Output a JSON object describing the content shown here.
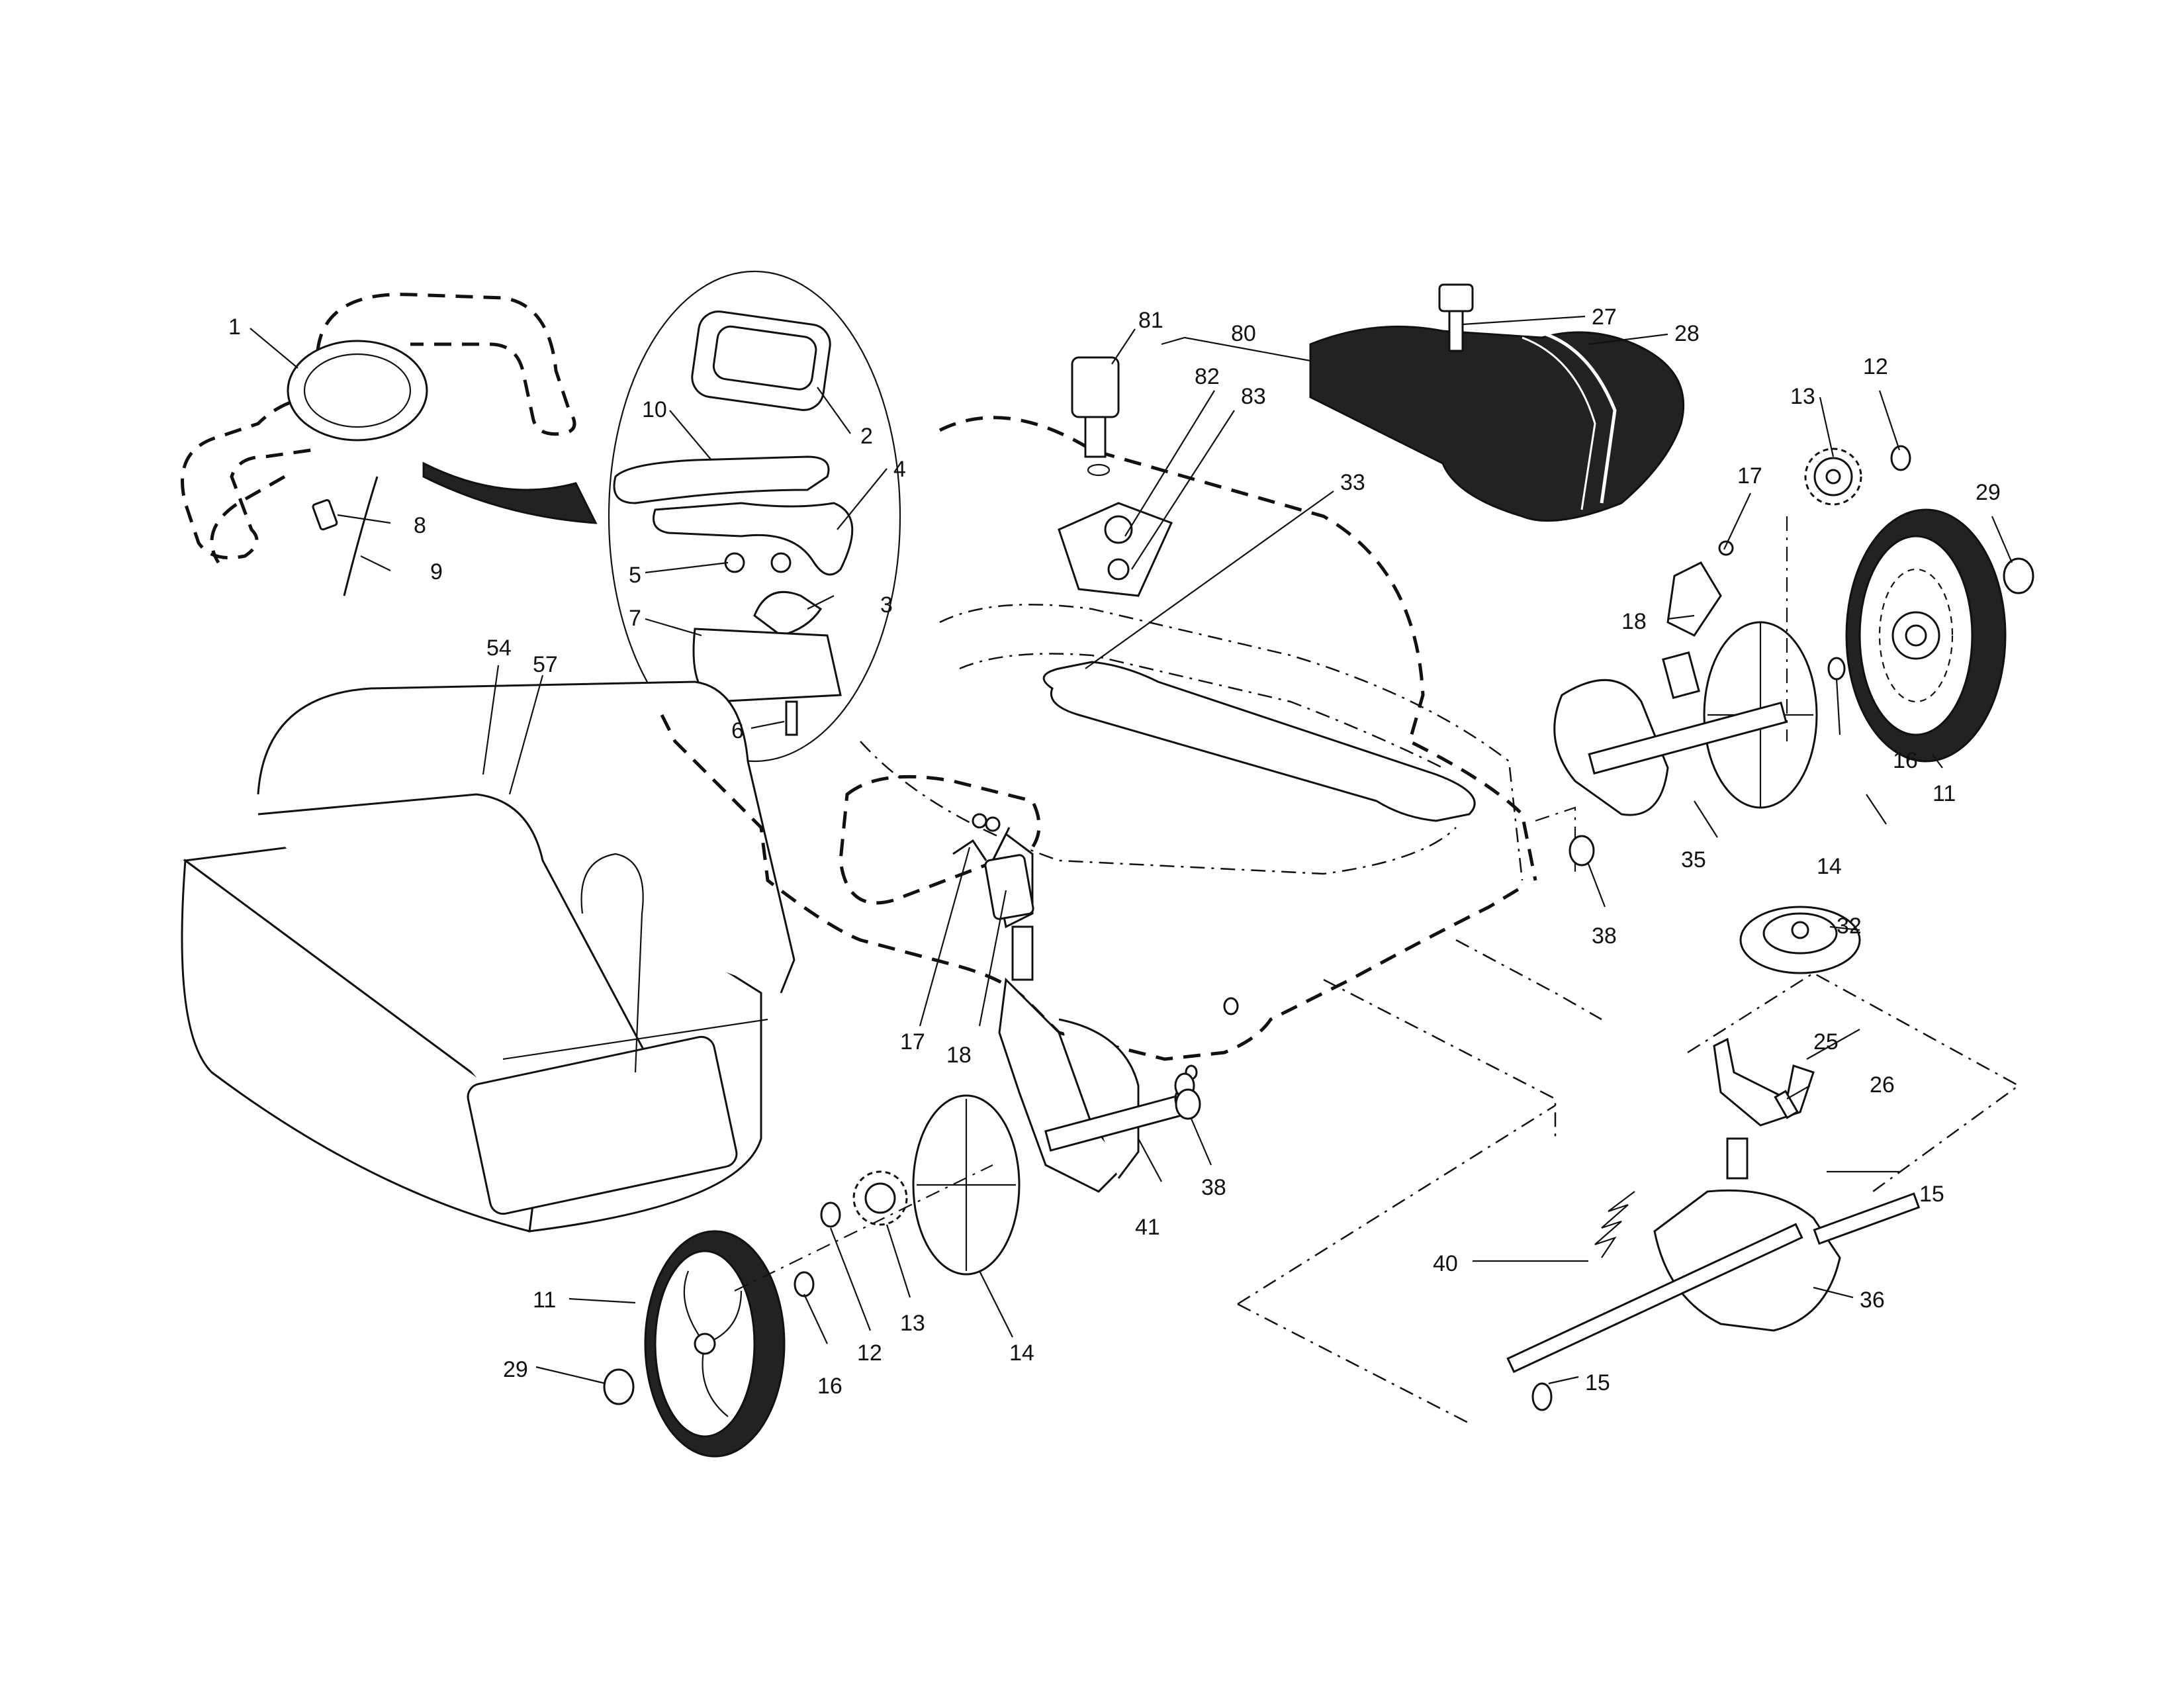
{
  "callouts": [
    {
      "id": "c1",
      "text": "1"
    },
    {
      "id": "c2",
      "text": "2"
    },
    {
      "id": "c3",
      "text": "3"
    },
    {
      "id": "c4",
      "text": "4"
    },
    {
      "id": "c5",
      "text": "5"
    },
    {
      "id": "c6",
      "text": "6"
    },
    {
      "id": "c7",
      "text": "7"
    },
    {
      "id": "c8",
      "text": "8"
    },
    {
      "id": "c9",
      "text": "9"
    },
    {
      "id": "c10",
      "text": "10"
    },
    {
      "id": "c11a",
      "text": "11"
    },
    {
      "id": "c11b",
      "text": "11"
    },
    {
      "id": "c12a",
      "text": "12"
    },
    {
      "id": "c12b",
      "text": "12"
    },
    {
      "id": "c13a",
      "text": "13"
    },
    {
      "id": "c13b",
      "text": "13"
    },
    {
      "id": "c14a",
      "text": "14"
    },
    {
      "id": "c14b",
      "text": "14"
    },
    {
      "id": "c15a",
      "text": "15"
    },
    {
      "id": "c15b",
      "text": "15"
    },
    {
      "id": "c16a",
      "text": "16"
    },
    {
      "id": "c16b",
      "text": "16"
    },
    {
      "id": "c17a",
      "text": "17"
    },
    {
      "id": "c17b",
      "text": "17"
    },
    {
      "id": "c18a",
      "text": "18"
    },
    {
      "id": "c18b",
      "text": "18"
    },
    {
      "id": "c25",
      "text": "25"
    },
    {
      "id": "c26",
      "text": "26"
    },
    {
      "id": "c27",
      "text": "27"
    },
    {
      "id": "c28",
      "text": "28"
    },
    {
      "id": "c29a",
      "text": "29"
    },
    {
      "id": "c29b",
      "text": "29"
    },
    {
      "id": "c32",
      "text": "32"
    },
    {
      "id": "c33",
      "text": "33"
    },
    {
      "id": "c35",
      "text": "35"
    },
    {
      "id": "c36",
      "text": "36"
    },
    {
      "id": "c38a",
      "text": "38"
    },
    {
      "id": "c38b",
      "text": "38"
    },
    {
      "id": "c40",
      "text": "40"
    },
    {
      "id": "c41",
      "text": "41"
    },
    {
      "id": "c54",
      "text": "54"
    },
    {
      "id": "c57",
      "text": "57"
    },
    {
      "id": "c80",
      "text": "80"
    },
    {
      "id": "c81",
      "text": "81"
    },
    {
      "id": "c82",
      "text": "82"
    },
    {
      "id": "c83",
      "text": "83"
    }
  ]
}
